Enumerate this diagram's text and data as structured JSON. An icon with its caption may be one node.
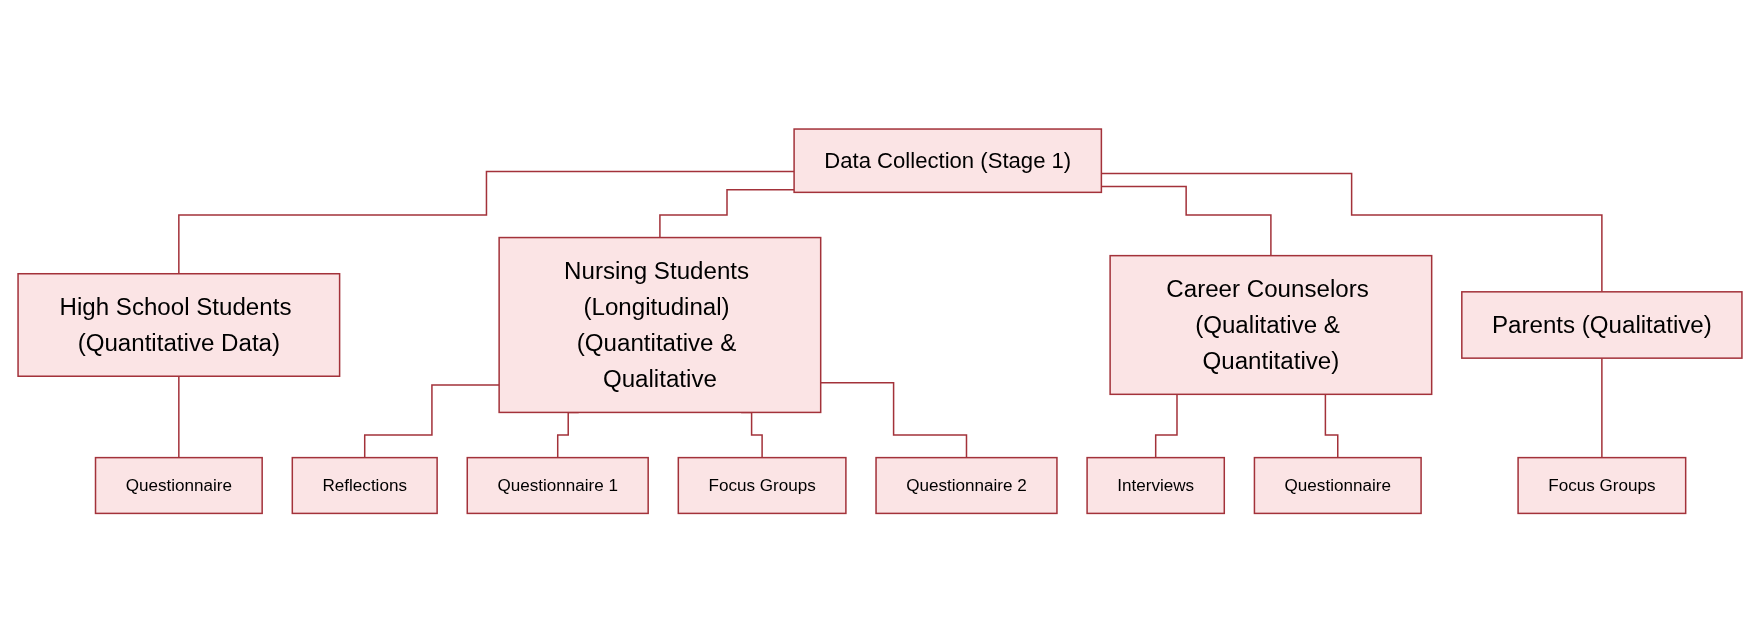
{
  "diagram": {
    "nodes": [
      {
        "text": [
          "Data Collection (Stage 1)"
        ]
      },
      {
        "text": [
          "High School Students (Quantitative Data)"
        ]
      },
      {
        "text": [
          "Nursing Students (Longitudinal) (Quantitative & Qualitative"
        ]
      },
      {
        "text": [
          "Career Counselors (Qualitative & Quantitative)"
        ]
      },
      {
        "text": [
          "Parents (Qualitative)"
        ]
      },
      {
        "text": [
          "Questionnaire"
        ]
      },
      {
        "text": [
          "Reflections"
        ]
      },
      {
        "text": [
          "Questionnaire 1"
        ]
      },
      {
        "text": [
          "Focus Groups"
        ]
      },
      {
        "text": [
          "Questionnaire 2"
        ]
      },
      {
        "text": [
          "Interviews"
        ]
      },
      {
        "text": [
          "Questionnaire"
        ]
      },
      {
        "text": [
          "Focus Groups"
        ]
      }
    ],
    "edges": [
      {
        "from": 0,
        "to": 1,
        "arrow": "none"
      },
      {
        "from": 0,
        "to": 2,
        "arrow": "none"
      },
      {
        "from": 0,
        "to": 3,
        "arrow": "none"
      },
      {
        "from": 0,
        "to": 4,
        "arrow": "none"
      },
      {
        "from": 1,
        "to": 5,
        "arrow": "none"
      },
      {
        "from": 2,
        "to": 6,
        "arrow": "none"
      },
      {
        "from": 2,
        "to": 7,
        "arrow": "none"
      },
      {
        "from": 2,
        "to": 8,
        "arrow": "none"
      },
      {
        "from": 2,
        "to": 9,
        "arrow": "none"
      },
      {
        "from": 3,
        "to": 10,
        "arrow": "none"
      },
      {
        "from": 3,
        "to": 11,
        "arrow": "none"
      },
      {
        "from": 4,
        "to": 12,
        "arrow": "none"
      }
    ]
  }
}
